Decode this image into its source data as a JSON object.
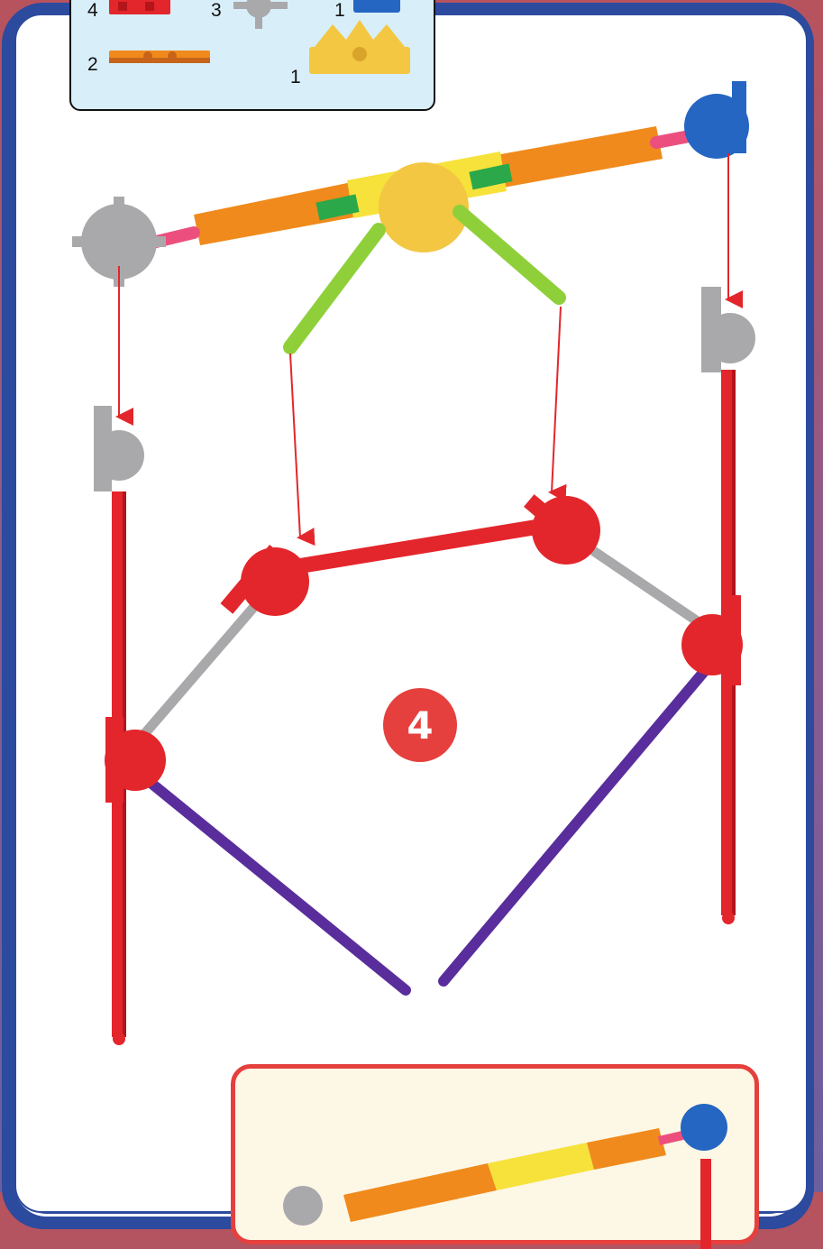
{
  "step": {
    "number": "4"
  },
  "parts_list": [
    {
      "qty": "4",
      "part": "red-connector"
    },
    {
      "qty": "3",
      "part": "gray-connector"
    },
    {
      "qty": "1",
      "part": "blue-connector"
    },
    {
      "qty": "2",
      "part": "orange-rod"
    },
    {
      "qty": "1",
      "part": "yellow-connector"
    }
  ],
  "colors": {
    "frame": "#2c4a9e",
    "red": "#e3262b",
    "orange": "#f08a1c",
    "yellow": "#f6e23a",
    "green": "#2aa84a",
    "lime": "#8fd03a",
    "gray": "#a9a9ab",
    "purple": "#5a2d9c",
    "blue": "#2466c2",
    "pink": "#ec4f7e",
    "badge": "#e5403d"
  }
}
